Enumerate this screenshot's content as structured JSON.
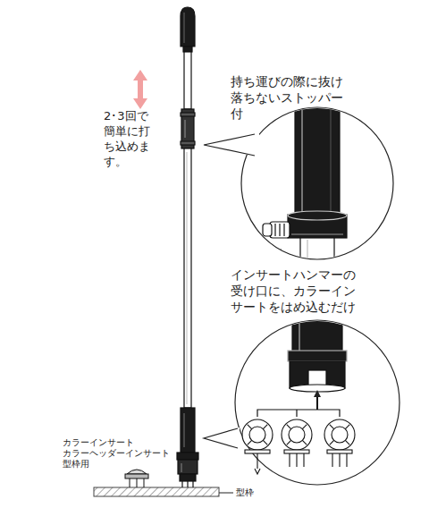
{
  "diagram": {
    "labels": [
      "2･3回で簡単に打ち込めます。",
      "持ち運びの際に抜け落ちないストッパー付",
      "インサートハンマーの受け口に、カラーインサートをはめ込むだけ",
      "カラーインサート カラーヘッダーインサート 型枠用",
      "型枠"
    ]
  }
}
